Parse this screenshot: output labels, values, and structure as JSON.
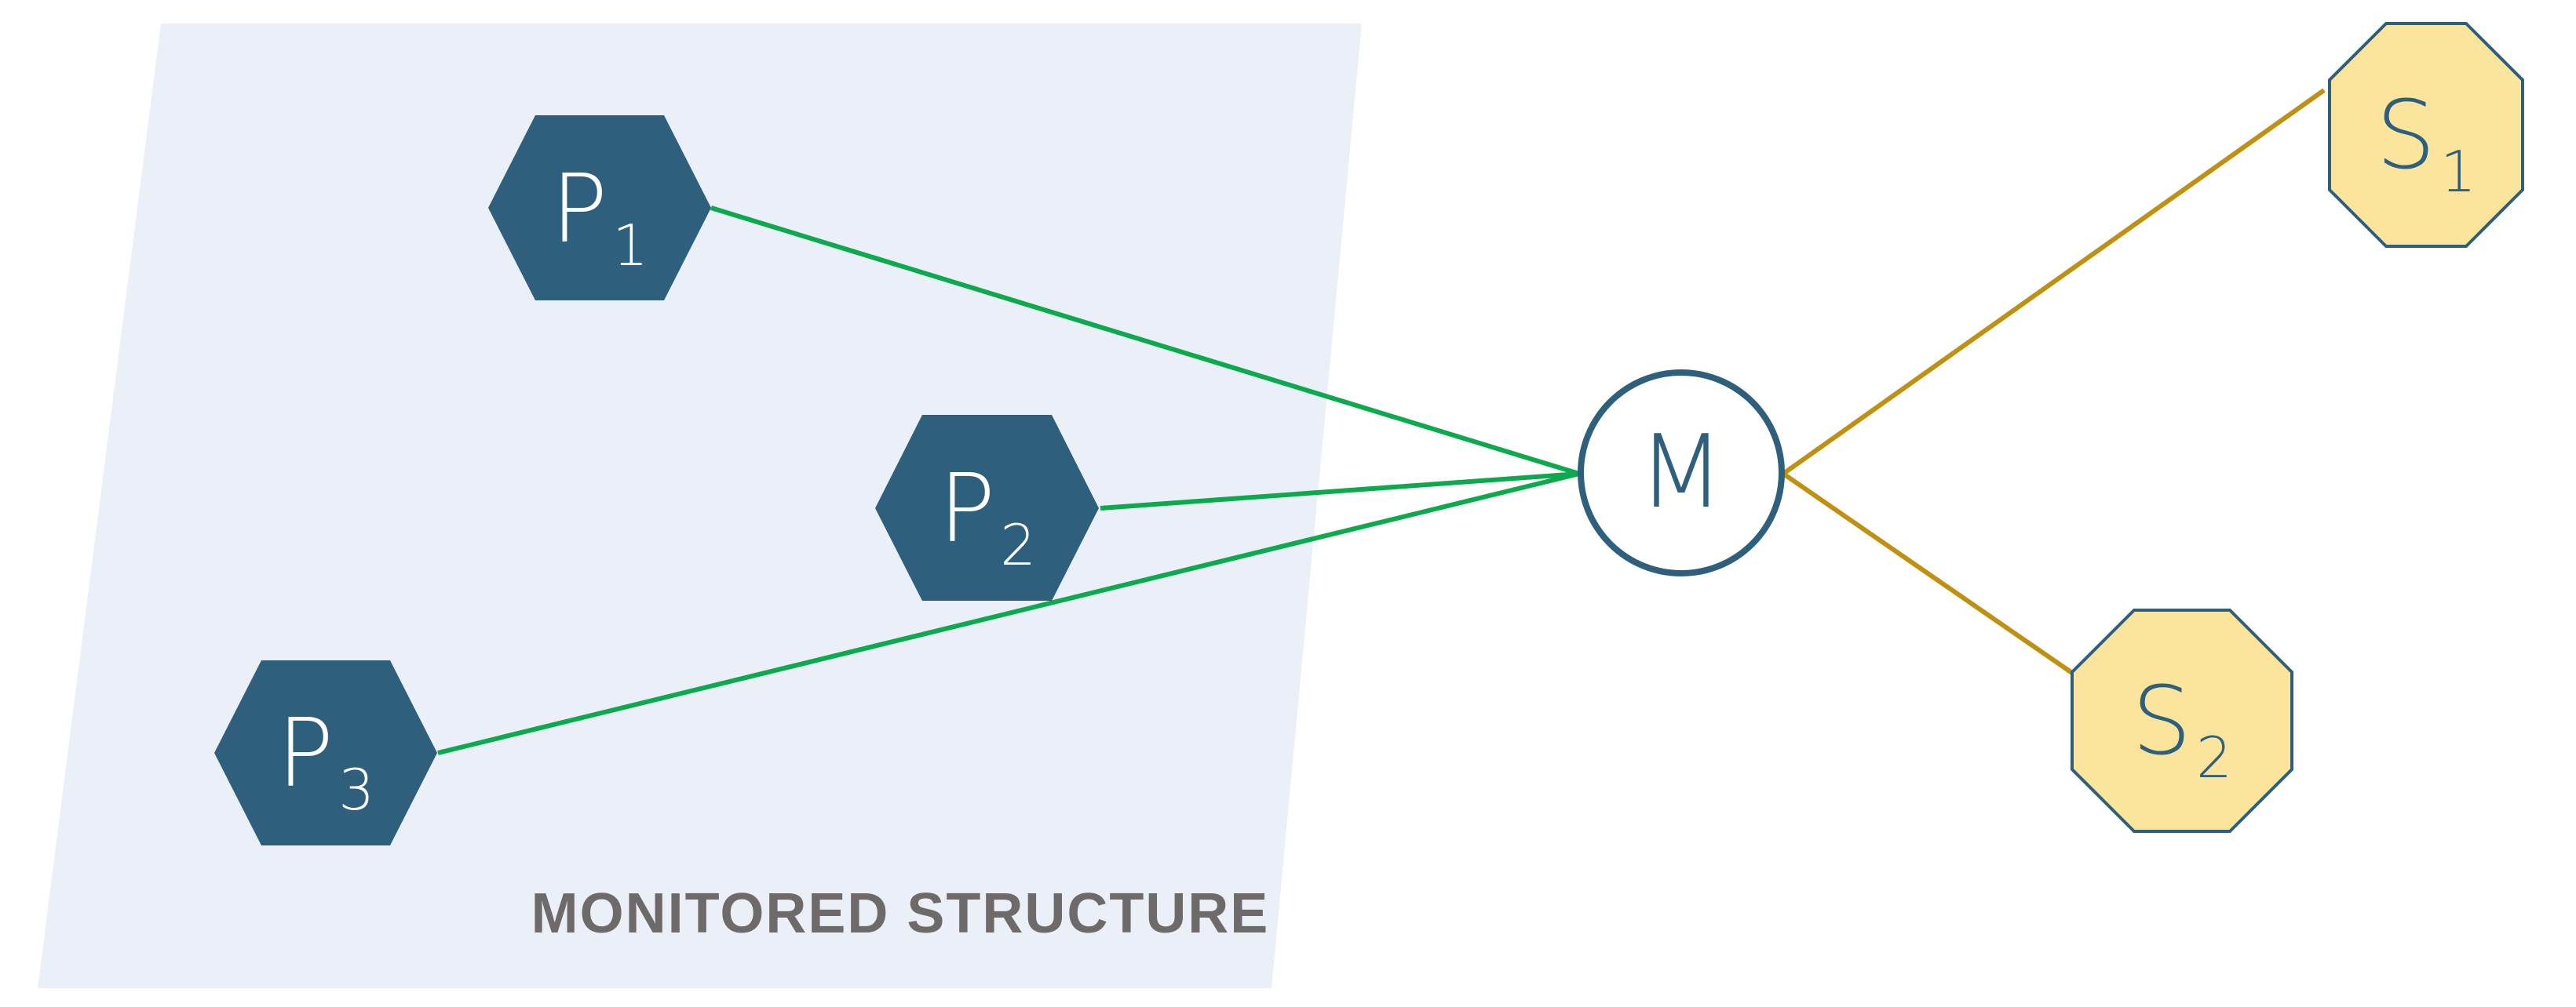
{
  "region": {
    "label": "MONITORED STRUCTURE"
  },
  "nodes": {
    "p1": {
      "base": "P",
      "sub": "1"
    },
    "p2": {
      "base": "P",
      "sub": "2"
    },
    "p3": {
      "base": "P",
      "sub": "3"
    },
    "m": {
      "label": "M"
    },
    "s1": {
      "base": "S",
      "sub": "1"
    },
    "s2": {
      "base": "S",
      "sub": "2"
    }
  },
  "colors": {
    "region_fill": "#eaeff8",
    "region_label": "#6f6a6a",
    "p_fill": "#2e607e",
    "p_text": "#ffffff",
    "m_stroke": "#2e607e",
    "m_fill": "#ffffff",
    "m_text": "#2e607e",
    "s_fill": "#fbe49c",
    "s_stroke": "#2e607e",
    "s_text": "#2e607e",
    "green_edge": "#0daa4d",
    "gold_edge": "#c09010"
  },
  "edges": [
    {
      "from": "m",
      "to": "p1",
      "color": "green"
    },
    {
      "from": "m",
      "to": "p2",
      "color": "green"
    },
    {
      "from": "m",
      "to": "p3",
      "color": "green"
    },
    {
      "from": "m",
      "to": "s1",
      "color": "gold"
    },
    {
      "from": "m",
      "to": "s2",
      "color": "gold"
    }
  ]
}
